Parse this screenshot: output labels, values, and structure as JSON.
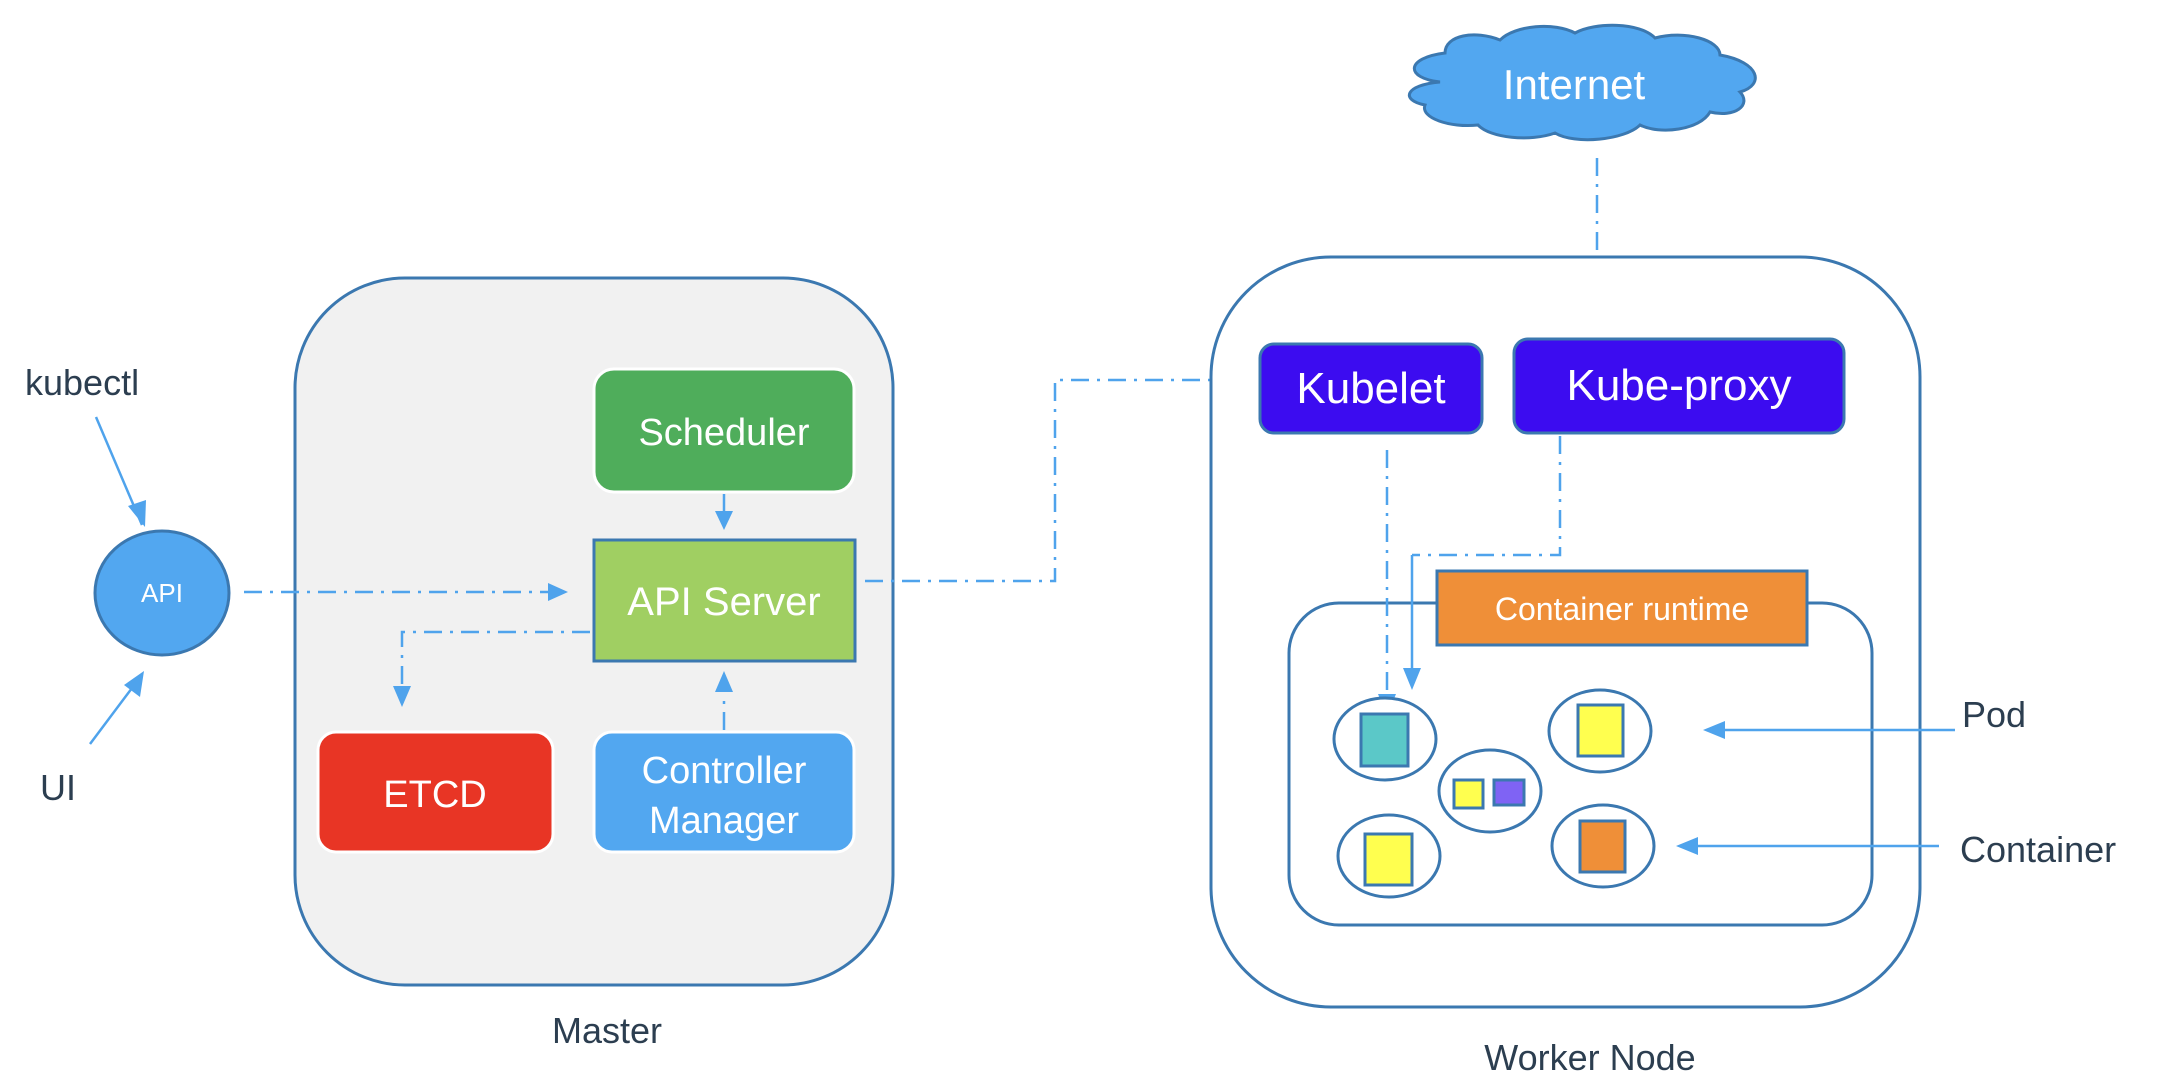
{
  "diagram": {
    "clients": {
      "kubectl": "kubectl",
      "ui": "UI",
      "api": "API"
    },
    "master": {
      "title": "Master",
      "scheduler": "Scheduler",
      "api_server": "API Server",
      "etcd": "ETCD",
      "controller_manager_line1": "Controller",
      "controller_manager_line2": "Manager"
    },
    "internet": "Internet",
    "worker": {
      "title": "Worker Node",
      "kubelet": "Kubelet",
      "kube_proxy": "Kube-proxy",
      "container_runtime": "Container runtime"
    },
    "legend": {
      "pod": "Pod",
      "container": "Container"
    },
    "colors": {
      "border": "#3b78b0",
      "arrow": "#4fa3ec",
      "master_bg": "#f1f1f1",
      "scheduler": "#4fad5b",
      "api_server": "#a0cf62",
      "etcd": "#e83525",
      "controller_manager": "#52a7f0",
      "api_circle": "#52a7f0",
      "internet": "#52a7f0",
      "kubelet": "#3c0cf0",
      "kube_proxy": "#3c0cf0",
      "container_runtime": "#ef8f38",
      "container_teal": "#5bc8c8",
      "container_yellow": "#ffff4f",
      "container_purple": "#7f63f4",
      "container_orange": "#ef8f38"
    }
  }
}
